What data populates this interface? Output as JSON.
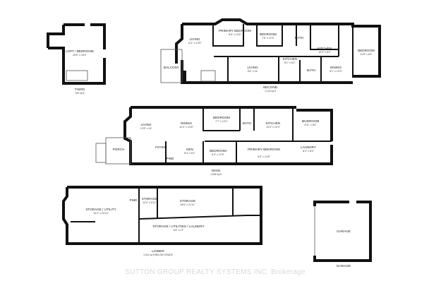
{
  "floors": {
    "third": {
      "name": "THIRD",
      "area": "343 sq ft",
      "rooms": [
        {
          "name": "LOFT / BEDROOM",
          "dims": "25'6\" x 18'5\""
        }
      ]
    },
    "second": {
      "name": "SECOND",
      "area": "1,143 sq ft",
      "rooms": [
        {
          "name": "LIVING",
          "dims": "11'1\" x 14'5\""
        },
        {
          "name": "PRIMARY BEDROOM",
          "dims": "8'8\" x 13'5\""
        },
        {
          "name": "BEDROOM",
          "dims": "7'6\" x 12'4\""
        },
        {
          "name": "BATH",
          "dims": ""
        },
        {
          "name": "KITCHEN",
          "dims": "10'0\" x 8'4\""
        },
        {
          "name": "BEDROOM",
          "dims": "11'8\" x 8'4\""
        },
        {
          "name": "BALCONY",
          "dims": ""
        },
        {
          "name": "LIVING",
          "dims": "8'4\" x 14'"
        },
        {
          "name": "KITCHEN",
          "dims": "8'1\" x 8'1\""
        },
        {
          "name": "BATH",
          "dims": ""
        },
        {
          "name": "DINING",
          "dims": "8'1\" x 12'0\""
        }
      ]
    },
    "main": {
      "name": "MAIN",
      "area": "1,546 sq ft",
      "rooms": [
        {
          "name": "LIVING",
          "dims": "12'8\" x 15'"
        },
        {
          "name": "DINING",
          "dims": "14'4\" x 13'8\""
        },
        {
          "name": "BEDROOM",
          "dims": "7'7\" x 13'1\""
        },
        {
          "name": "BATH",
          "dims": ""
        },
        {
          "name": "KITCHEN",
          "dims": "14'4\" x 14'3\""
        },
        {
          "name": "MUDROOM",
          "dims": "9'11\" x 8'2\""
        },
        {
          "name": "PORCH",
          "dims": ""
        },
        {
          "name": "FOYER",
          "dims": ""
        },
        {
          "name": "DEN",
          "dims": "8'4\" x 8'1\""
        },
        {
          "name": "PWD",
          "dims": ""
        },
        {
          "name": "BEDROOM",
          "dims": "8'4\" x 12'5\""
        },
        {
          "name": "PRIMARY BEDROOM",
          "dims": "8'5\" x 12'8\""
        },
        {
          "name": "LAUNDRY",
          "dims": "8'4\" x 8'4\""
        }
      ]
    },
    "lower": {
      "name": "LOWER",
      "area": "1,011 sq ft BELOW GRADE",
      "rooms": [
        {
          "name": "STORAGE / UTILITY",
          "dims": "14'2\" x 24'10\""
        },
        {
          "name": "PWD",
          "dims": ""
        },
        {
          "name": "STORAGE",
          "dims": "14'2\" x 8'11\""
        },
        {
          "name": "STORAGE",
          "dims": "18'6\" x 21'11\""
        },
        {
          "name": "STORAGE / UTILITIES / LAUNDRY",
          "dims": "8'4\" x 27'"
        }
      ]
    },
    "garage": {
      "name": "GARAGE",
      "rooms": [
        {
          "name": "GARAGE",
          "dims": ""
        }
      ]
    }
  },
  "watermark": "SUTTON GROUP REALTY SYSTEMS INC. Brokerage"
}
